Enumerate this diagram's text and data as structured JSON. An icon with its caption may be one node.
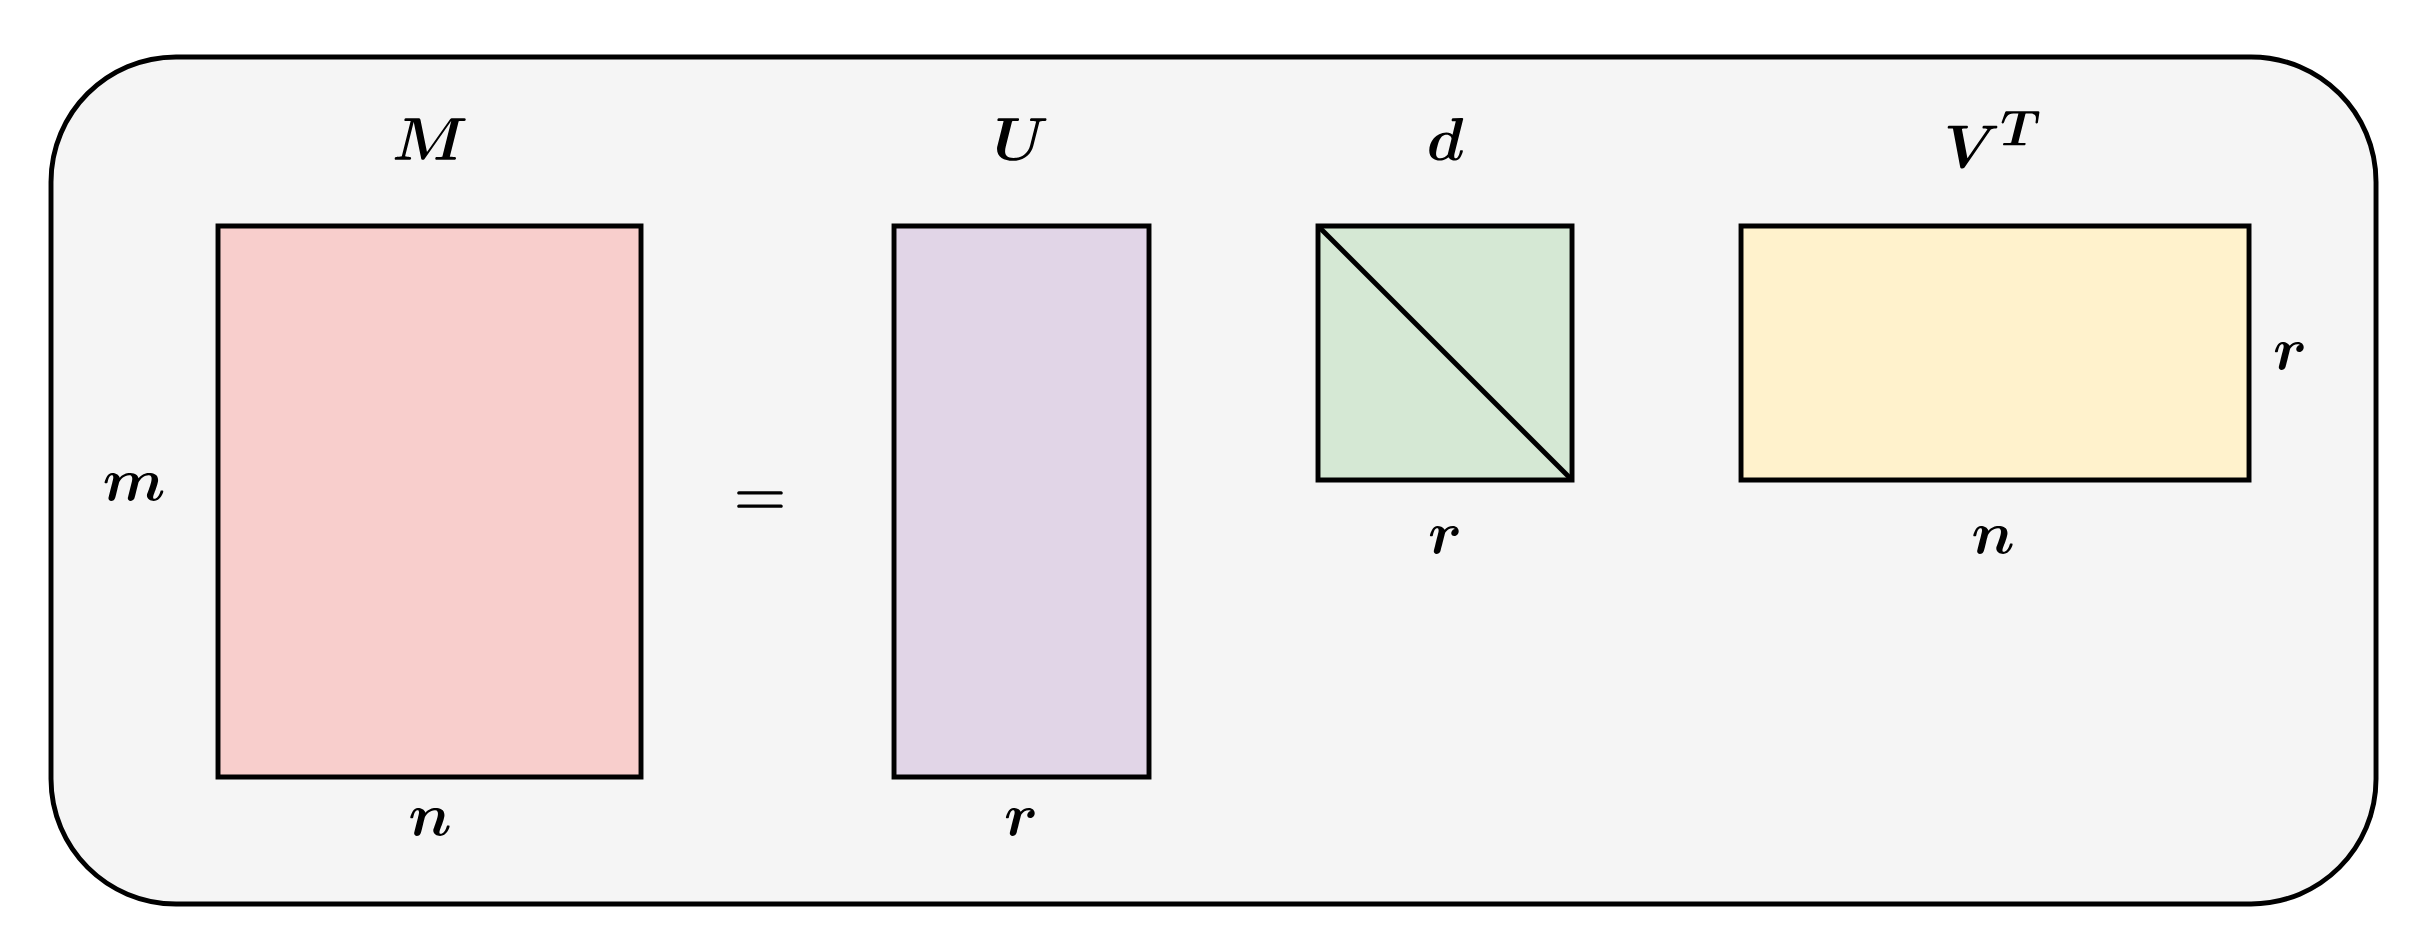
{
  "diagram": {
    "nodes": [
      {
        "text": [],
        "shape": "box"
      },
      {
        "text": [
          "M"
        ],
        "beside": [
          "m",
          "n"
        ],
        "in": 0
      },
      {
        "text": [
          "U"
        ],
        "beside": [
          "r"
        ],
        "in": 0
      },
      {
        "text": [
          "d"
        ],
        "beside": [
          "r"
        ],
        "in": 0
      },
      {
        "text": [
          "V^T"
        ],
        "beside": [
          "r",
          "n"
        ],
        "in": 0
      }
    ],
    "labels": [
      "="
    ]
  }
}
